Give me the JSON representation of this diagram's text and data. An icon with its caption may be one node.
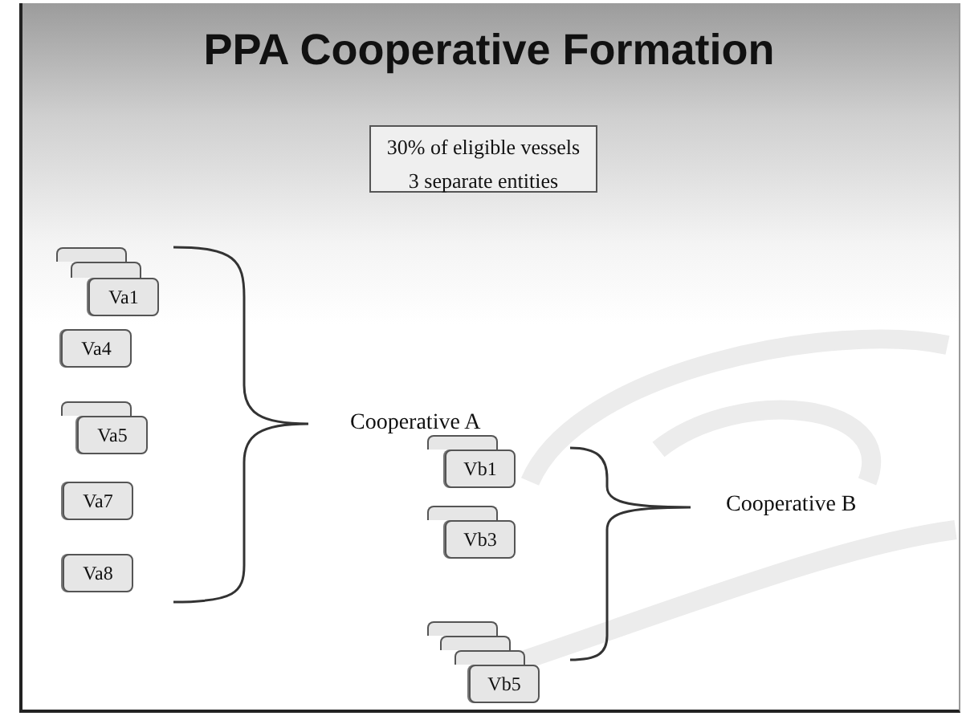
{
  "diagram": {
    "title": "PPA Cooperative Formation",
    "nodes": [
      {
        "text": [
          "30% of eligible vessels",
          "3 separate entities"
        ]
      },
      {
        "text": [],
        "shape": "box"
      },
      {
        "text": [],
        "shape": "box"
      },
      {
        "text": [
          "Va1"
        ]
      },
      {
        "text": [
          "Va4"
        ]
      },
      {
        "text": [],
        "shape": "box"
      },
      {
        "text": [
          "Va5"
        ]
      },
      {
        "text": [
          "Va7"
        ]
      },
      {
        "text": [
          "Va8"
        ]
      },
      {
        "text": [],
        "shape": "box"
      },
      {
        "text": [
          "Vb1"
        ]
      },
      {
        "text": [],
        "shape": "box"
      },
      {
        "text": [
          "Vb3"
        ]
      },
      {
        "text": [],
        "shape": "box"
      },
      {
        "text": [],
        "shape": "box"
      },
      {
        "text": [],
        "shape": "box"
      },
      {
        "text": [
          "Vb5"
        ]
      }
    ],
    "labels": [
      "Cooperative A",
      "Cooperative B"
    ]
  }
}
